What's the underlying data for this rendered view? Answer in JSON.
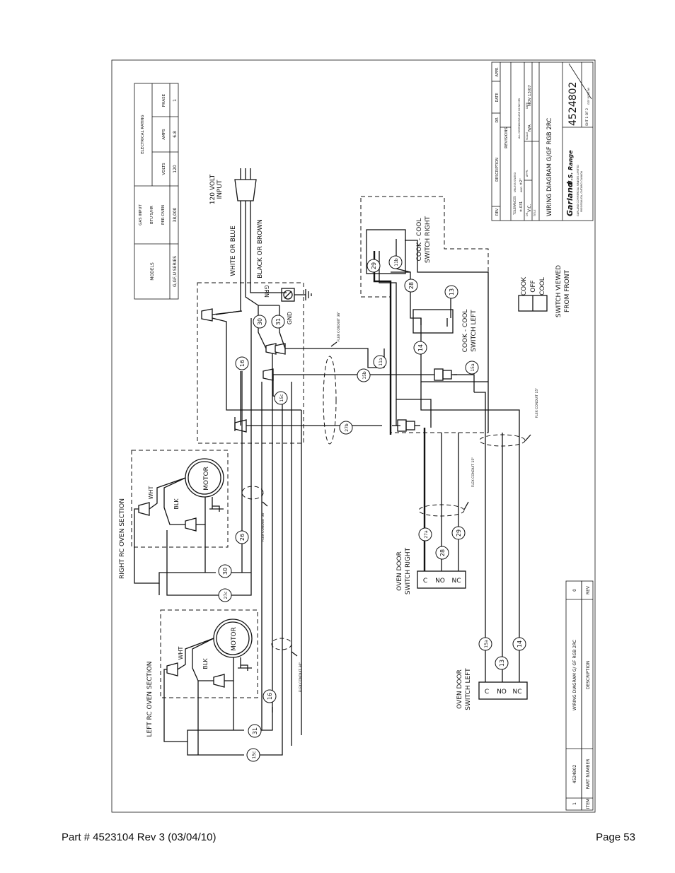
{
  "footer": {
    "part": "Part # 4523104 Rev 3 (03/04/10)",
    "page": "Page 53"
  },
  "rating_table": {
    "models_header": "MODELS",
    "gas_input": [
      "GAS INPUT",
      "BTU'S/HR",
      "PER OVEN"
    ],
    "electrical": "ELECTRICAL RATING",
    "cols": [
      "VOLTS",
      "AMPS",
      "PHASE"
    ],
    "models_value": "G,GF,U SERIES",
    "gas_value": "38,000",
    "values": [
      "120",
      "6.8",
      "1"
    ]
  },
  "labels": {
    "input": [
      "120 VOLT",
      "INPUT"
    ],
    "white": "WHITE OR BLUE",
    "black": "BLACK OR BROWN",
    "grn": "GRN",
    "gnd": "GND",
    "right_section": "RIGHT RC OVEN SECTION",
    "left_section": "LEFT RC OVEN SECTION",
    "wht": "WHT",
    "blk": "BLK",
    "motor": "MOTOR",
    "flex36": "FLEX CONDUIT 36\"",
    "flex15": "FLEX CONDUIT 15\"",
    "ccsr": [
      "COOK - COOL",
      "SWITCH RIGHT"
    ],
    "ccsl": [
      "COOK - COOL",
      "SWITCH LEFT"
    ],
    "cook": "COOK",
    "off": "OFF",
    "cool": "COOL",
    "viewed": [
      "SWITCH VIEWED",
      "FROM FRONT"
    ],
    "odsr": [
      "OVEN DOOR",
      "SWITCH RIGHT"
    ],
    "odsl": [
      "OVEN DOOR",
      "SWITCH LEFT"
    ],
    "c": "C",
    "no": "NO",
    "nc": "NC"
  },
  "wires": [
    "29",
    "11b",
    "28",
    "13",
    "14",
    "11a",
    "15b",
    "15a",
    "27b",
    "16",
    "30",
    "31",
    "15c",
    "26",
    "27c",
    "27a"
  ],
  "title_block": {
    "rev": "REV",
    "description": "DESCRIPTION",
    "dr": "DR",
    "date": "DATE",
    "appr": "APPR",
    "revisions": "REVISIONS",
    "tolerances": "TOLERANCES",
    "unless": "UNLESS STATED",
    "tol1": "±.031",
    "ang": "ANG.",
    "tol2": "±2°",
    "all_dims": "ALL DIMENSIONS ARE IN INCHES",
    "dr_label": "DR.",
    "dr_value": "V.C.",
    "appr_label": "APPR.",
    "scale": "SCALE",
    "scale_value": "N/A",
    "date_label": "DATE",
    "date_value": "NOV 13/07",
    "title_label": "TITLE",
    "title": "WIRING DIAGRAM G/GF RGB 2RC",
    "brand1": "Garland",
    "brand2": "U.S. Range",
    "company": "GARLAND COMMERCIAL RANGES LIMITED",
    "city": "MISSISSAUGA, ONTARIO CANADA",
    "number": "4524802",
    "code": "GGF RGB12W",
    "sheet": "SHT 1 OF 2"
  },
  "parts_list": {
    "item": "ITEM",
    "part_number": "PART NUMBER",
    "desc": "DESCRIPTION",
    "rev": "REV",
    "row_item": "1",
    "row_part": "4524802",
    "row_desc": "WIRING DIAGRAM G/ GF RGB 2RC",
    "row_rev": "0"
  }
}
